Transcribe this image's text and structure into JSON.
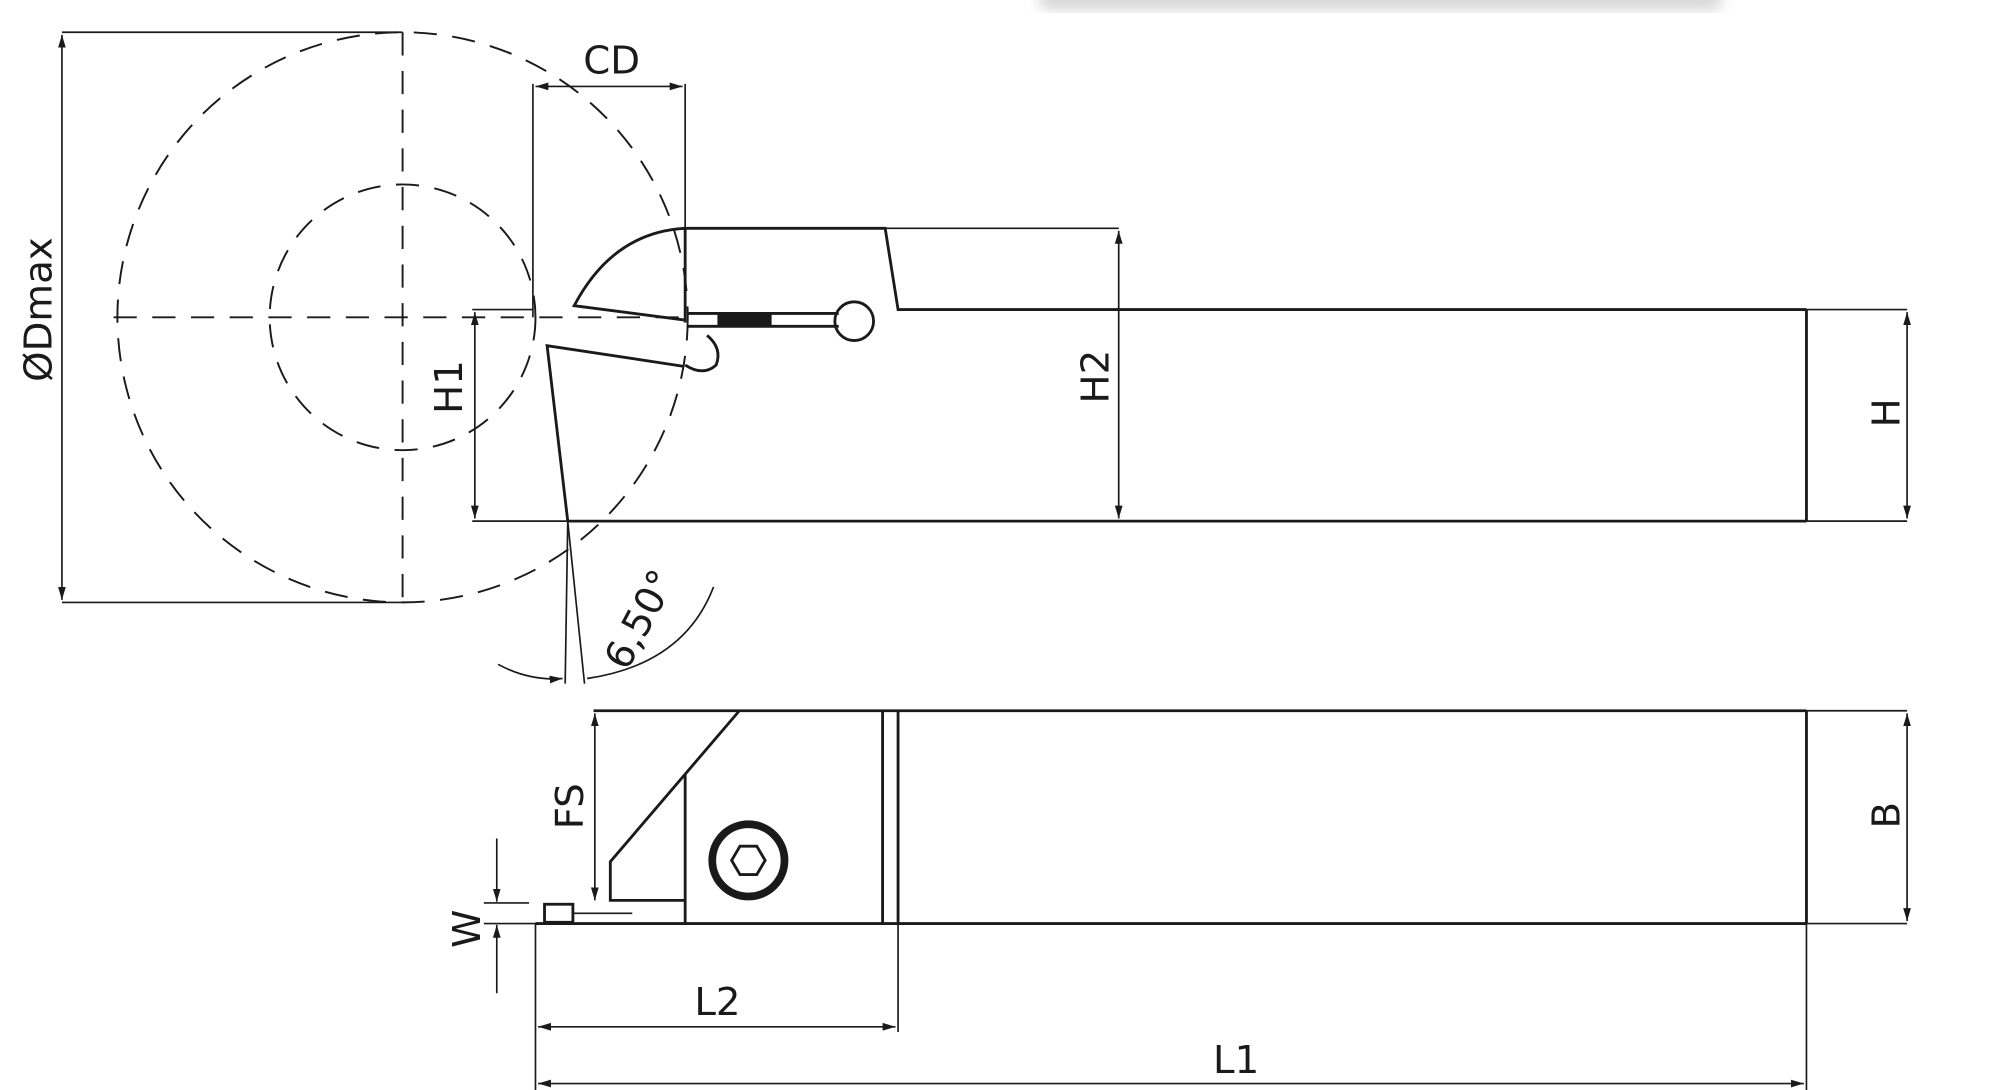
{
  "diagram": {
    "title": "Grooving / parting-off tool holder dimension drawing",
    "labels": {
      "dmax": "ØDmax",
      "cd": "CD",
      "h1": "H1",
      "h2": "H2",
      "h": "H",
      "angle": "6,50°",
      "fs": "FS",
      "w": "W",
      "b": "B",
      "l2": "L2",
      "l1": "L1"
    },
    "line_color": "#1a1a1a"
  }
}
